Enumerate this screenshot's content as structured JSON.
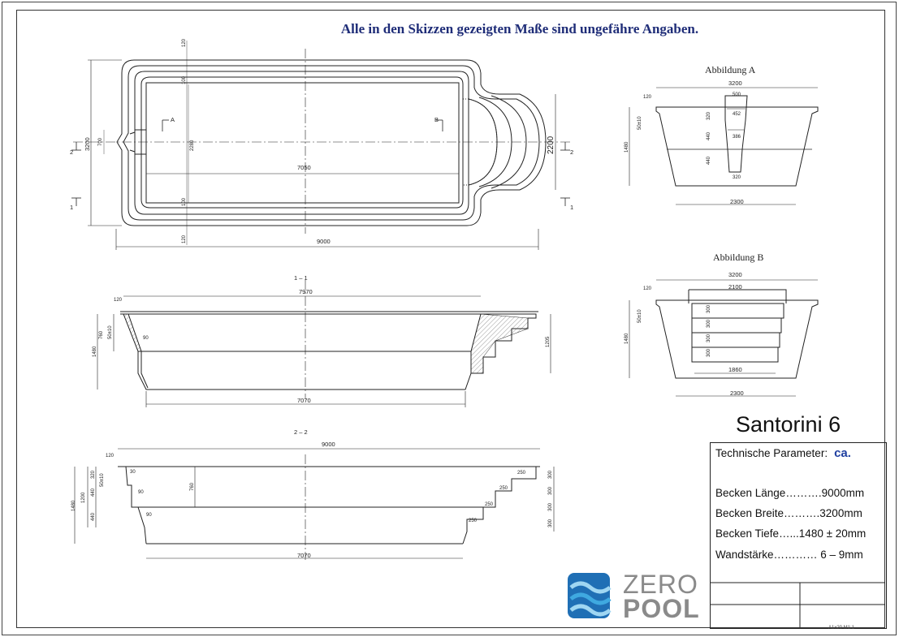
{
  "header": {
    "note": "Alle in den Skizzen gezeigten Maße sind ungefähre Angaben."
  },
  "plan_view": {
    "overall_length": "9000",
    "pool_length": "7050",
    "overall_width": "3200",
    "pool_width": "2200",
    "inner_width": "2280",
    "step_width": "700",
    "rim_top": "120",
    "rim_top2": "100",
    "rim_bottom": "100",
    "rim_bottom2": "120",
    "section_1": "1",
    "section_2": "2",
    "cut_a": "A",
    "cut_b": "B"
  },
  "section_1_1": {
    "title": "1 – 1",
    "top_length": "7970",
    "bottom_length": "7070",
    "rim": "120",
    "wall_step": "50±10",
    "upper_depth": "760",
    "total_depth": "1480",
    "ledge": "90",
    "right_depth": "1205"
  },
  "section_2_2": {
    "title": "2 – 2",
    "top_length": "9000",
    "bottom_length": "7070",
    "rim": "120",
    "wall_step": "50±10",
    "d320": "320",
    "d440a": "440",
    "d440b": "440",
    "total_depth": "1480",
    "d1200": "1200",
    "mid_depth": "760",
    "ledge30": "30",
    "ledge90a": "90",
    "ledge90b": "90",
    "step250": "250",
    "step300": "300"
  },
  "fig_a": {
    "title": "Abbildung A",
    "top_width": "3200",
    "bottom_width": "2300",
    "rim": "120",
    "wall_step": "50±10",
    "depth": "1480",
    "s500": "500",
    "s452": "452",
    "s386": "386",
    "s320w": "320",
    "s320": "320",
    "s440a": "440",
    "s440b": "440"
  },
  "fig_b": {
    "title": "Abbildung B",
    "top_width": "3200",
    "step_width_top": "2100",
    "step_width_bottom": "1860",
    "bottom_width": "2300",
    "rim": "120",
    "wall_step": "50±10",
    "depth": "1480",
    "step_height": "300"
  },
  "title_block": {
    "product": "Santorini 6",
    "params_label": "Technische Parameter:",
    "ca": "ca.",
    "length": "Becken Länge……….9000mm",
    "width": "Becken Breite……….3200mm",
    "depth": "Becken Tiefe…...1480 ± 20mm",
    "wall": "Wandstärke………… 6 – 9mm",
    "scale": "A1x20 M1:1"
  },
  "logo": {
    "line1": "ZERO",
    "line2": "POOL",
    "accent": "#1f6fb5",
    "accent_light": "#3fa9e0",
    "text_color": "#8a8a8a"
  }
}
